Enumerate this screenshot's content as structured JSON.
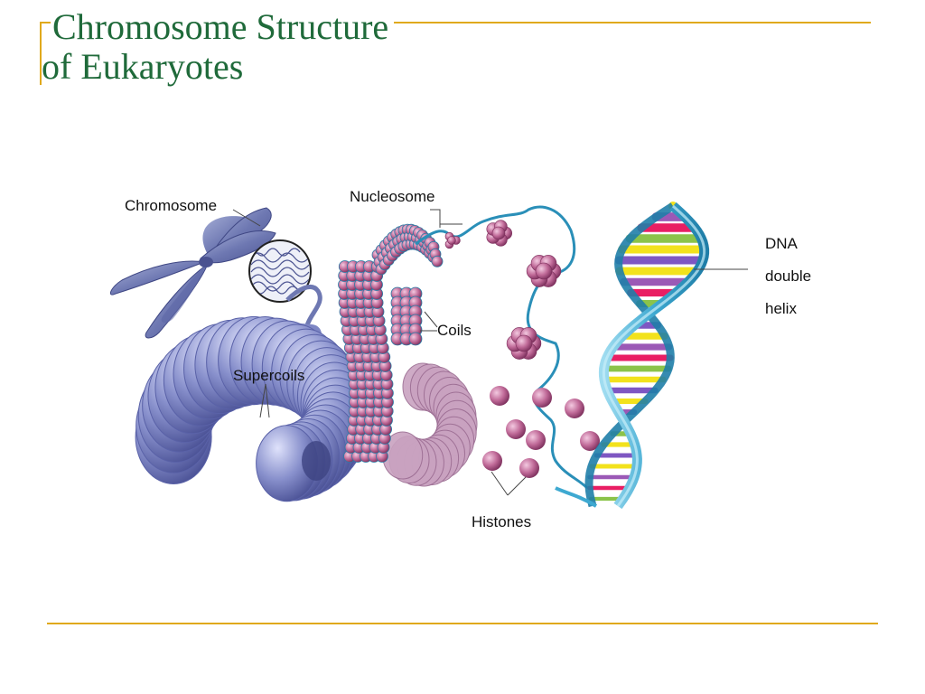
{
  "slide": {
    "title_line1": "Chromosome Structure",
    "title_line2": "of Eukaryotes"
  },
  "labels": {
    "chromosome": "Chromosome",
    "nucleosome": "Nucleosome",
    "coils": "Coils",
    "supercoils": "Supercoils",
    "histones": "Histones",
    "dna_line1": "DNA",
    "dna_line2": "double",
    "dna_line3": "helix"
  },
  "colors": {
    "accent_gold": "#e0a91c",
    "title_green": "#1f6a3a",
    "chromatin_blue": "#7d86c4",
    "histone_pink": "#b75f8f",
    "helix_blue": "#4fb3d6"
  }
}
